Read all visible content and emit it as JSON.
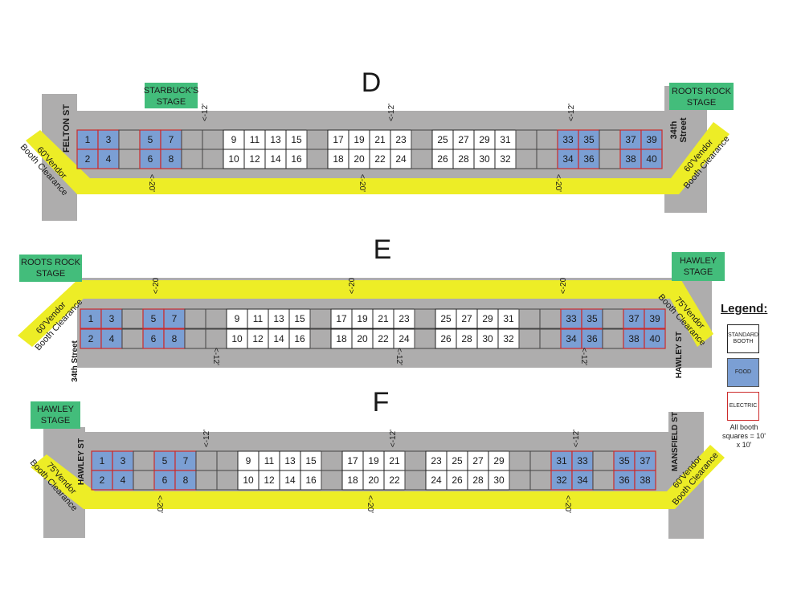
{
  "colors": {
    "road": "#aeadad",
    "walkway": "#eded26",
    "stage": "#43bd7b",
    "food": "#7b9fd4",
    "electric_border": "#cc2b2b",
    "standard_border": "#222222",
    "empty": "#aeadad"
  },
  "sections": [
    {
      "title": "D",
      "stage_left": [
        "STARBUCK'S",
        "STAGE"
      ],
      "stage_right": [
        "ROOTS ROCK",
        "STAGE"
      ],
      "street_left": "FELTON ST",
      "street_right": [
        "34th",
        "Street"
      ],
      "clearance_left": [
        "60'Vendor",
        "Booth Clearance"
      ],
      "clearance_right": [
        "60'Vendor",
        "Booth Clearance"
      ],
      "top_dims": [
        "<-12'",
        "<-12'",
        "<-12'"
      ],
      "bottom_dims": [
        "<-20'",
        "<-20'",
        "<-20'"
      ],
      "top_row": [
        "1",
        "3",
        "",
        "5",
        "7",
        "",
        "",
        "9",
        "11",
        "13",
        "15",
        "",
        "17",
        "19",
        "21",
        "23",
        "",
        "25",
        "27",
        "29",
        "31",
        "",
        "",
        "33",
        "35",
        "",
        "37",
        "39"
      ],
      "bottom_row": [
        "2",
        "4",
        "",
        "6",
        "8",
        "",
        "",
        "10",
        "12",
        "14",
        "16",
        "",
        "18",
        "20",
        "22",
        "24",
        "",
        "26",
        "28",
        "30",
        "32",
        "",
        "",
        "34",
        "36",
        "",
        "38",
        "40"
      ]
    },
    {
      "title": "E",
      "stage_left": [
        "ROOTS ROCK",
        "STAGE"
      ],
      "stage_right": [
        "HAWLEY",
        "STAGE"
      ],
      "street_left": "34th Street",
      "street_right": "HAWLEY ST",
      "clearance_left": [
        "60'Vendor",
        "Booth Clearance"
      ],
      "clearance_right": [
        "75'Vendor",
        "Booth Clearance"
      ],
      "top_dims": [
        "<-20",
        "<-20",
        "<-20"
      ],
      "bottom_dims": [
        "<-12'",
        "<-12'",
        "<-12'"
      ],
      "top_row": [
        "1",
        "3",
        "",
        "5",
        "7",
        "",
        "",
        "9",
        "11",
        "13",
        "15",
        "",
        "17",
        "19",
        "21",
        "23",
        "",
        "25",
        "27",
        "29",
        "31",
        "",
        "",
        "33",
        "35",
        "",
        "37",
        "39"
      ],
      "bottom_row": [
        "2",
        "4",
        "",
        "6",
        "8",
        "",
        "",
        "10",
        "12",
        "14",
        "16",
        "",
        "18",
        "20",
        "22",
        "24",
        "",
        "26",
        "28",
        "30",
        "32",
        "",
        "",
        "34",
        "36",
        "",
        "38",
        "40"
      ]
    },
    {
      "title": "F",
      "stage_left": [
        "HAWLEY",
        "STAGE"
      ],
      "street_left": "HAWLEY ST",
      "street_right": "MANSFIELD ST",
      "clearance_left": [
        "75'Vendor",
        "Booth Clearance"
      ],
      "clearance_right": [
        "60'Vendor",
        "Booth Clearance"
      ],
      "top_dims": [
        "<-12'",
        "<-12'",
        "<-12'"
      ],
      "bottom_dims": [
        "<-20'",
        "<-20'",
        "<-20'"
      ],
      "top_row": [
        "1",
        "3",
        "",
        "5",
        "7",
        "",
        "",
        "9",
        "11",
        "13",
        "15",
        "",
        "17",
        "19",
        "21",
        "",
        "23",
        "25",
        "27",
        "29",
        "",
        "",
        "31",
        "33",
        "",
        "35",
        "37"
      ],
      "bottom_row": [
        "2",
        "4",
        "",
        "6",
        "8",
        "",
        "",
        "10",
        "12",
        "14",
        "16",
        "",
        "18",
        "20",
        "22",
        "",
        "24",
        "26",
        "28",
        "30",
        "",
        "",
        "32",
        "34",
        "",
        "36",
        "38"
      ]
    }
  ],
  "legend": {
    "title": "Legend:",
    "standard": "STANDARD BOOTH",
    "food": "FOOD",
    "electric": "ELECTRIC",
    "note": "All booth squares = 10' x 10'"
  }
}
